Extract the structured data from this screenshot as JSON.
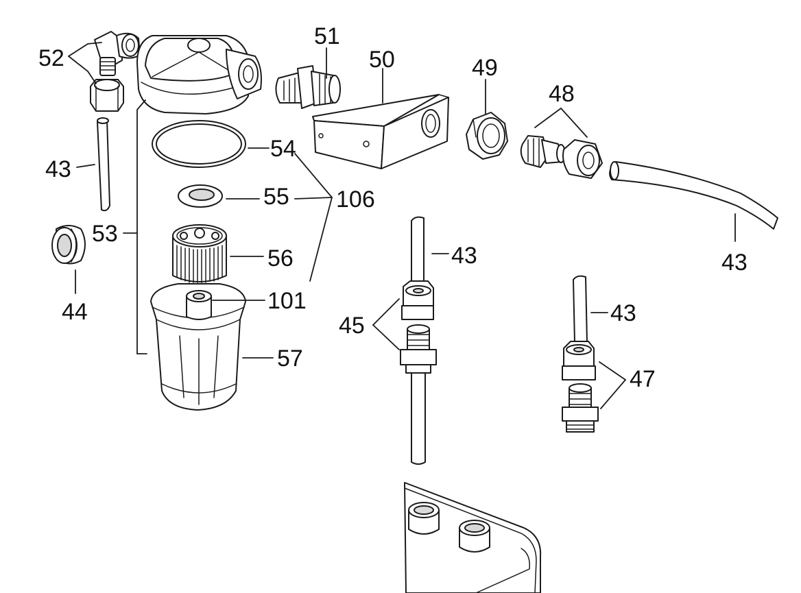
{
  "diagram": {
    "callouts": {
      "c52": "52",
      "c51": "51",
      "c50": "50",
      "c49": "49",
      "c48": "48",
      "c43_left": "43",
      "c54": "54",
      "c106": "106",
      "c55": "55",
      "c53": "53",
      "c56": "56",
      "c43_mid": "43",
      "c43_right": "43",
      "c44": "44",
      "c101": "101",
      "c45": "45",
      "c43_lower": "43",
      "c57": "57",
      "c47": "47"
    }
  }
}
